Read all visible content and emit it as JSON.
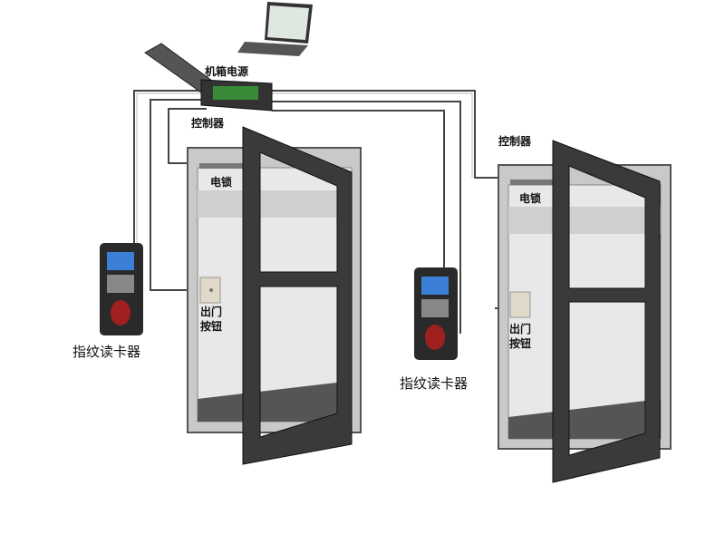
{
  "labels": {
    "power": "机箱电源",
    "controller_main": "控制器",
    "controller_right": "控制器",
    "lock_left": "电锁",
    "lock_right": "电锁",
    "reader_left": "指纹读卡器",
    "reader_right": "指纹读卡器",
    "exit_button_left": [
      "出门",
      "按钮"
    ],
    "exit_button_right": [
      "出门",
      "按钮"
    ]
  },
  "colors": {
    "door": "#3a3a3a",
    "frame": "#c9c9c9",
    "wire": "#555555"
  }
}
